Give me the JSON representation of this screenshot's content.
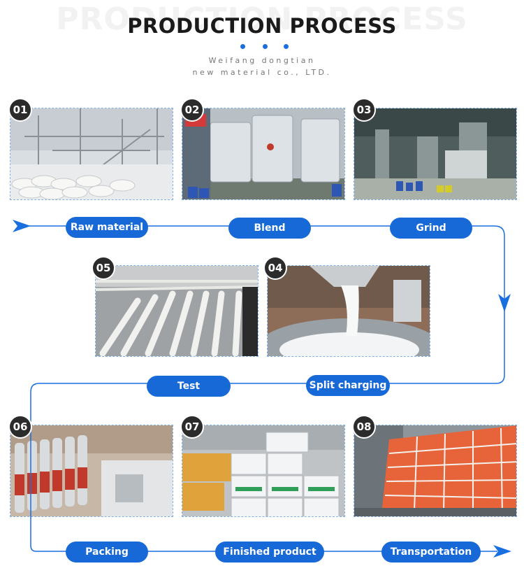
{
  "header": {
    "ghost_title": "PRODUCTION PROCESS",
    "title": "PRODUCTION PROCESS",
    "company_line1": "Weifang dongtian",
    "company_line2": "new material co., LTD."
  },
  "colors": {
    "accent": "#1769d8",
    "badge": "#2b2b2b",
    "frame": "#7fb0ea"
  },
  "steps": [
    {
      "number": "01",
      "label": "Raw material"
    },
    {
      "number": "02",
      "label": "Blend"
    },
    {
      "number": "03",
      "label": "Grind"
    },
    {
      "number": "04",
      "label": "Split charging"
    },
    {
      "number": "05",
      "label": "Test"
    },
    {
      "number": "06",
      "label": "Packing"
    },
    {
      "number": "07",
      "label": "Finished product"
    },
    {
      "number": "08",
      "label": "Transportation"
    }
  ]
}
